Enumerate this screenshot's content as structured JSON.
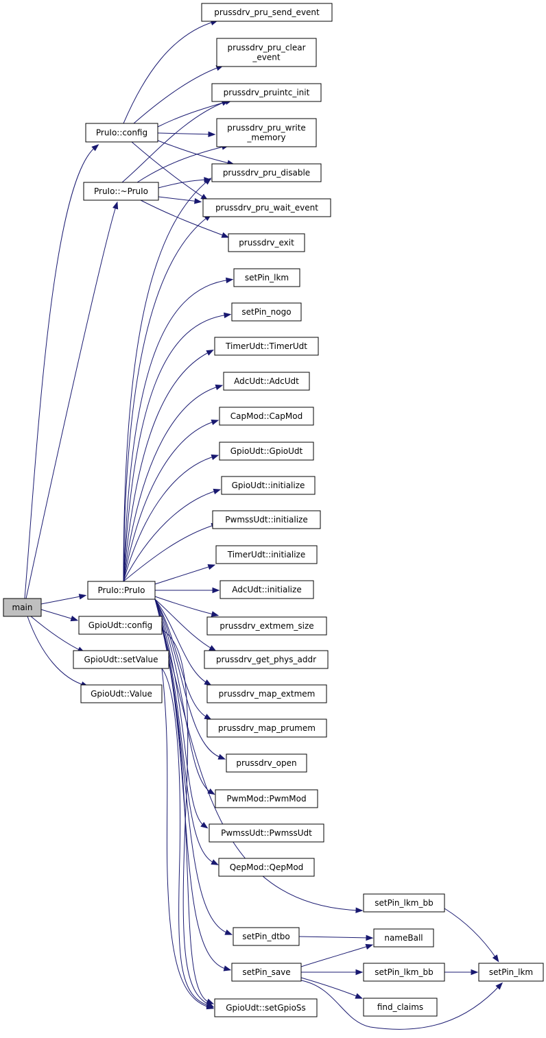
{
  "graph": {
    "edge_color": "#191970",
    "node_fill": "#ffffff",
    "root_fill": "#bfbfbf",
    "nodes": [
      {
        "id": "main",
        "lines": [
          "main"
        ],
        "root": true
      },
      {
        "id": "pruio_config",
        "lines": [
          "PruIo::config"
        ]
      },
      {
        "id": "pruio_dtor",
        "lines": [
          "PruIo::~PruIo"
        ]
      },
      {
        "id": "pruio_ctor",
        "lines": [
          "PruIo::PruIo"
        ]
      },
      {
        "id": "gpioudt_config",
        "lines": [
          "GpioUdt::config"
        ]
      },
      {
        "id": "gpioudt_setvalue",
        "lines": [
          "GpioUdt::setValue"
        ]
      },
      {
        "id": "gpioudt_value",
        "lines": [
          "GpioUdt::Value"
        ]
      },
      {
        "id": "send_event",
        "lines": [
          "prussdrv_pru_send_event"
        ]
      },
      {
        "id": "clear_event",
        "lines": [
          "prussdrv_pru_clear",
          "_event"
        ]
      },
      {
        "id": "pruintc_init",
        "lines": [
          "prussdrv_pruintc_init"
        ]
      },
      {
        "id": "write_memory",
        "lines": [
          "prussdrv_pru_write",
          "_memory"
        ]
      },
      {
        "id": "pru_disable",
        "lines": [
          "prussdrv_pru_disable"
        ]
      },
      {
        "id": "wait_event",
        "lines": [
          "prussdrv_pru_wait_event"
        ]
      },
      {
        "id": "prussdrv_exit",
        "lines": [
          "prussdrv_exit"
        ]
      },
      {
        "id": "setpin_lkm_top",
        "lines": [
          "setPin_lkm"
        ]
      },
      {
        "id": "setpin_nogo",
        "lines": [
          "setPin_nogo"
        ]
      },
      {
        "id": "timerudt_ctor",
        "lines": [
          "TimerUdt::TimerUdt"
        ]
      },
      {
        "id": "adcudt_ctor",
        "lines": [
          "AdcUdt::AdcUdt"
        ]
      },
      {
        "id": "capmod_ctor",
        "lines": [
          "CapMod::CapMod"
        ]
      },
      {
        "id": "gpioudt_ctor",
        "lines": [
          "GpioUdt::GpioUdt"
        ]
      },
      {
        "id": "gpioudt_init",
        "lines": [
          "GpioUdt::initialize"
        ]
      },
      {
        "id": "pwmssudt_init",
        "lines": [
          "PwmssUdt::initialize"
        ]
      },
      {
        "id": "timerudt_init",
        "lines": [
          "TimerUdt::initialize"
        ]
      },
      {
        "id": "adcudt_init",
        "lines": [
          "AdcUdt::initialize"
        ]
      },
      {
        "id": "extmem_size",
        "lines": [
          "prussdrv_extmem_size"
        ]
      },
      {
        "id": "get_phys_addr",
        "lines": [
          "prussdrv_get_phys_addr"
        ]
      },
      {
        "id": "map_extmem",
        "lines": [
          "prussdrv_map_extmem"
        ]
      },
      {
        "id": "map_prumem",
        "lines": [
          "prussdrv_map_prumem"
        ]
      },
      {
        "id": "prussdrv_open",
        "lines": [
          "prussdrv_open"
        ]
      },
      {
        "id": "pwmmod_ctor",
        "lines": [
          "PwmMod::PwmMod"
        ]
      },
      {
        "id": "pwmssudt_ctor",
        "lines": [
          "PwmssUdt::PwmssUdt"
        ]
      },
      {
        "id": "qepmod_ctor",
        "lines": [
          "QepMod::QepMod"
        ]
      },
      {
        "id": "setpin_lkm_bb_a",
        "lines": [
          "setPin_lkm_bb"
        ]
      },
      {
        "id": "setpin_dtbo",
        "lines": [
          "setPin_dtbo"
        ]
      },
      {
        "id": "nameball",
        "lines": [
          "nameBall"
        ]
      },
      {
        "id": "setpin_save",
        "lines": [
          "setPin_save"
        ]
      },
      {
        "id": "setpin_lkm_bb_b",
        "lines": [
          "setPin_lkm_bb"
        ]
      },
      {
        "id": "setpin_lkm_bottom",
        "lines": [
          "setPin_lkm"
        ]
      },
      {
        "id": "gpioudt_setgpioss",
        "lines": [
          "GpioUdt::setGpioSs"
        ]
      },
      {
        "id": "find_claims",
        "lines": [
          "find_claims"
        ]
      }
    ]
  }
}
